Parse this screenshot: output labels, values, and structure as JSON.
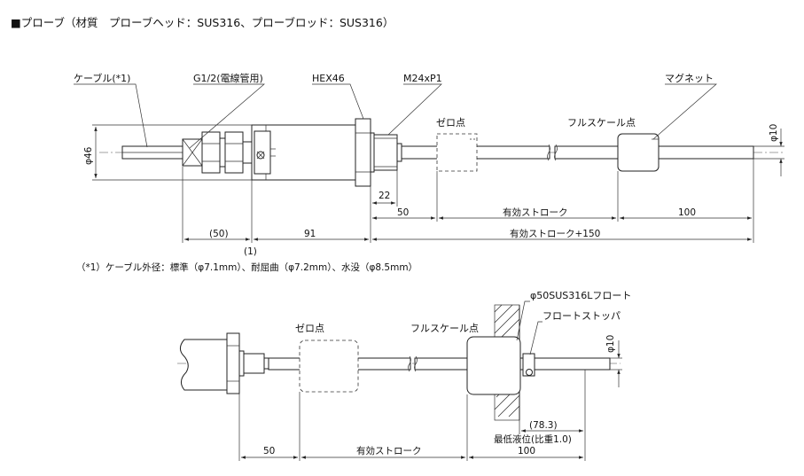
{
  "title": "■プローブ（材質　プローブヘッド：SUS316、プローブロッド：SUS316）",
  "upper": {
    "labels": {
      "cable": "ケーブル(*1)",
      "g12": "G1/2(電線管用)",
      "hex46": "HEX46",
      "m24": "M24xP1",
      "zero": "ゼロ点",
      "fullscale": "フルスケール点",
      "magnet": "マグネット",
      "phi46": "φ46",
      "phi10": "φ10"
    },
    "dims": {
      "d22": "22",
      "d50": "50",
      "stroke": "有効ストローク",
      "d100": "100",
      "d50p": "(50)",
      "d91": "91",
      "stroke150": "有効ストローク+150",
      "d1": "(1)"
    },
    "note": "（*1）ケーブル外径：標準（φ7.1mm）、耐屈曲（φ7.2mm）、水没（φ8.5mm）"
  },
  "lower": {
    "labels": {
      "float": "φ50SUS316Lフロート",
      "stopper": "フロートストッパ",
      "zero": "ゼロ点",
      "fullscale": "フルスケール点",
      "phi10": "φ10"
    },
    "dims": {
      "d50": "50",
      "stroke": "有効ストローク",
      "d100": "100",
      "d783": "(78.3)",
      "minlevel": "最低液位(比重1.0)"
    }
  }
}
